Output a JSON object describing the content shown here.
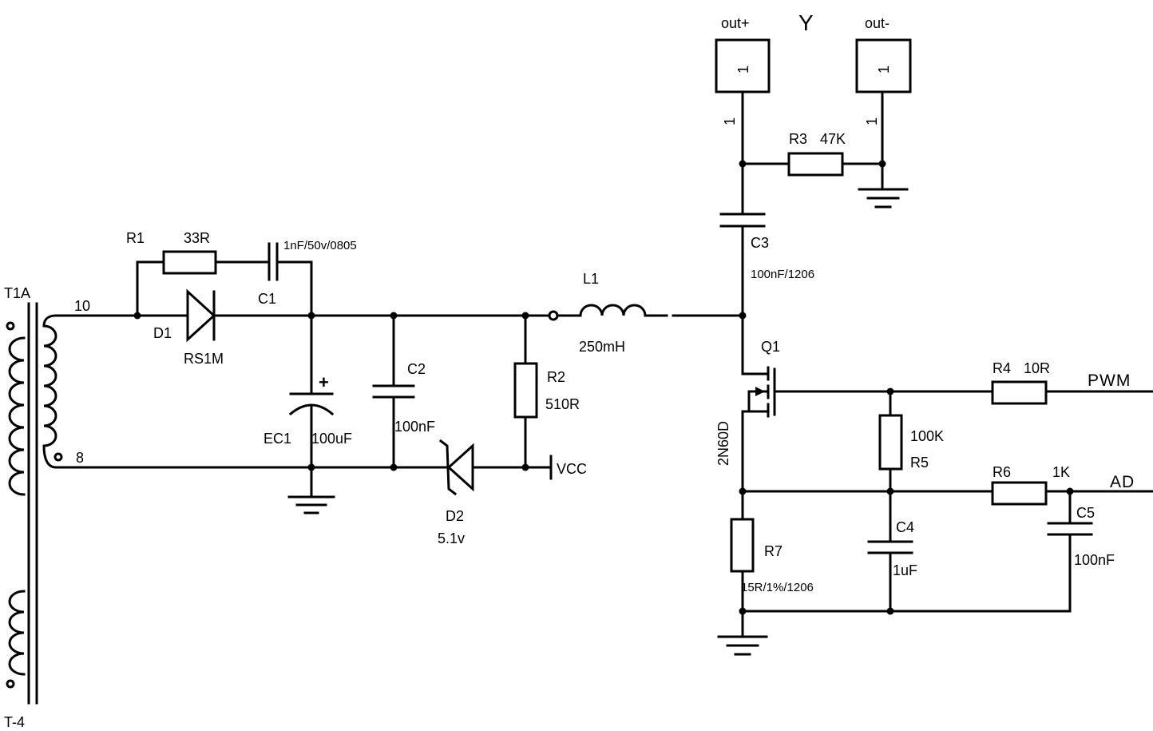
{
  "colors": {
    "ink": "#000000",
    "background": "#ffffff"
  },
  "transformer": {
    "ref": "T1A",
    "ref_bottom": "T-4",
    "pin_top": "10",
    "pin_bottom": "8"
  },
  "r1": {
    "ref": "R1",
    "value": "33R"
  },
  "c1": {
    "ref": "C1",
    "value": "1nF/50v/0805"
  },
  "d1": {
    "ref": "D1",
    "value": "RS1M"
  },
  "ec1": {
    "ref": "EC1",
    "value": "100uF",
    "polarity": "+"
  },
  "c2": {
    "ref": "C2",
    "value": "100nF"
  },
  "r2": {
    "ref": "R2",
    "value": "510R"
  },
  "l1": {
    "ref": "L1",
    "value": "250mH"
  },
  "vcc": {
    "label": "VCC"
  },
  "d2": {
    "ref": "D2",
    "value": "5.1v"
  },
  "connectors": {
    "title": "Y",
    "out_plus": {
      "label": "out+",
      "box_pin": "1",
      "pin_number": "1"
    },
    "out_minus": {
      "label": "out-",
      "box_pin": "1",
      "pin_number": "1"
    }
  },
  "r3": {
    "ref": "R3",
    "value": "47K"
  },
  "c3": {
    "ref": "C3",
    "value": "100nF/1206"
  },
  "q1": {
    "ref": "Q1",
    "value": "2N60D"
  },
  "r4": {
    "ref": "R4",
    "value": "10R"
  },
  "pwm": {
    "label": "PWM"
  },
  "r5": {
    "ref": "R5",
    "value": "100K"
  },
  "r6": {
    "ref": "R6",
    "value": "1K"
  },
  "ad": {
    "label": "AD"
  },
  "c4": {
    "ref": "C4",
    "value": "1uF"
  },
  "c5": {
    "ref": "C5",
    "value": "100nF"
  },
  "r7": {
    "ref": "R7",
    "value": "15R/1%/1206"
  }
}
